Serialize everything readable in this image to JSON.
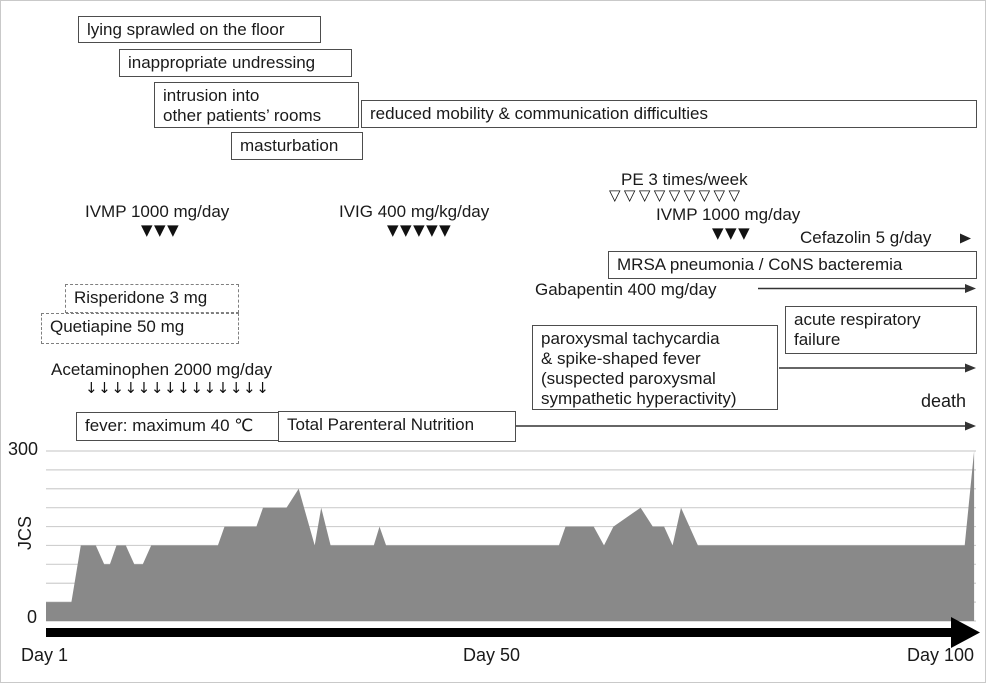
{
  "figure": {
    "behaviors": {
      "lying": "lying sprawled on the floor",
      "undressing": "inappropriate undressing",
      "intrusion": "intrusion into\nother patients’ rooms",
      "masturbation": "masturbation",
      "reduced_mobility": "reduced mobility & communication difficulties"
    },
    "treatments": {
      "ivmp1": {
        "label": "IVMP 1000 mg/day",
        "glyph": "▼",
        "count": 3
      },
      "ivig": {
        "label": "IVIG 400 mg/kg/day",
        "glyph": "▼",
        "count": 5
      },
      "pe": {
        "label": "PE 3 times/week",
        "glyph": "▽",
        "count": 9
      },
      "ivmp2": {
        "label": "IVMP 1000 mg/day",
        "glyph": "▼",
        "count": 3
      },
      "cefazolin": {
        "label": "Cefazolin 5 g/day"
      },
      "gabapentin": {
        "label": "Gabapentin 400 mg/day"
      },
      "risperidone": {
        "label": "Risperidone 3 mg"
      },
      "quetiapine": {
        "label": "Quetiapine 50 mg"
      },
      "acetaminophen": {
        "label": "Acetaminophen 2000 mg/day",
        "glyph": "↓",
        "count": 14
      }
    },
    "events": {
      "mrsa": "MRSA pneumonia / CoNS bacteremia",
      "paroxysmal": "paroxysmal tachycardia\n& spike-shaped fever\n(suspected paroxysmal\n sympathetic hyperactivity)",
      "acute_resp": "acute respiratory\nfailure",
      "fever": "fever: maximum 40 ℃",
      "tpn": "Total Parenteral Nutrition",
      "death": "death"
    }
  },
  "chart_data": {
    "type": "area",
    "title": "",
    "xlabel": "",
    "ylabel": "JCS",
    "y_tick_labels": [
      "0",
      "300"
    ],
    "x_tick_labels": [
      "Day 1",
      "Day 50",
      "Day 100"
    ],
    "x_range": [
      1,
      100
    ],
    "level_scale": [
      0,
      1,
      2,
      3,
      10,
      20,
      30,
      100,
      200,
      300
    ],
    "grid": true,
    "legend": false,
    "fill_color": "#898989",
    "grid_color": "#cfcfcf",
    "series": [
      {
        "name": "JCS",
        "points": [
          [
            1,
            1
          ],
          [
            3.7,
            1
          ],
          [
            4.7,
            10
          ],
          [
            6.3,
            10
          ],
          [
            7.2,
            3
          ],
          [
            7.8,
            3
          ],
          [
            8.5,
            10
          ],
          [
            9.5,
            10
          ],
          [
            10.4,
            3
          ],
          [
            11.3,
            3
          ],
          [
            12.2,
            10
          ],
          [
            19.3,
            10
          ],
          [
            20,
            20
          ],
          [
            23.4,
            20
          ],
          [
            24.1,
            30
          ],
          [
            26.6,
            30
          ],
          [
            27.9,
            100
          ],
          [
            29.6,
            10
          ],
          [
            30.3,
            30
          ],
          [
            31.3,
            10
          ],
          [
            35.9,
            10
          ],
          [
            36.5,
            20
          ],
          [
            37.2,
            10
          ],
          [
            55.6,
            10
          ],
          [
            56.3,
            20
          ],
          [
            59.3,
            20
          ],
          [
            60.4,
            10
          ],
          [
            61.4,
            20
          ],
          [
            64.3,
            30
          ],
          [
            65.6,
            20
          ],
          [
            66.8,
            20
          ],
          [
            67.7,
            10
          ],
          [
            68.6,
            30
          ],
          [
            70.4,
            10
          ],
          [
            98.8,
            10
          ],
          [
            99.8,
            300
          ]
        ]
      }
    ]
  }
}
